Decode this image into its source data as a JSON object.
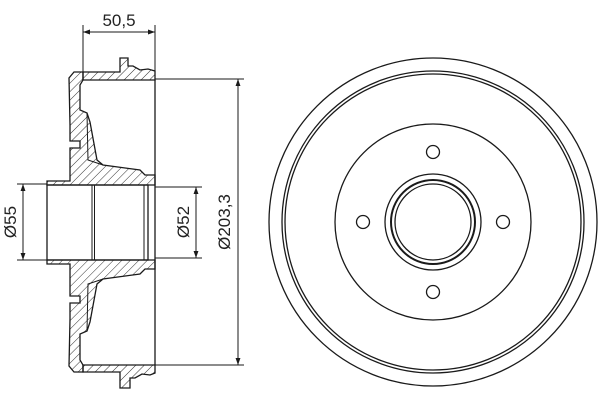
{
  "drawing": {
    "title": "Brake drum technical drawing",
    "line_color": "#1a1a1a",
    "background": "#ffffff"
  },
  "dimensions": {
    "width_label": "50,5",
    "bore_outer_label": "Ø55",
    "bore_inner_label": "Ø52",
    "drum_diameter_label": "Ø203,3"
  },
  "views": {
    "section": {
      "name": "Cross-section side view"
    },
    "front": {
      "name": "Front view",
      "bolt_holes": 4
    }
  }
}
